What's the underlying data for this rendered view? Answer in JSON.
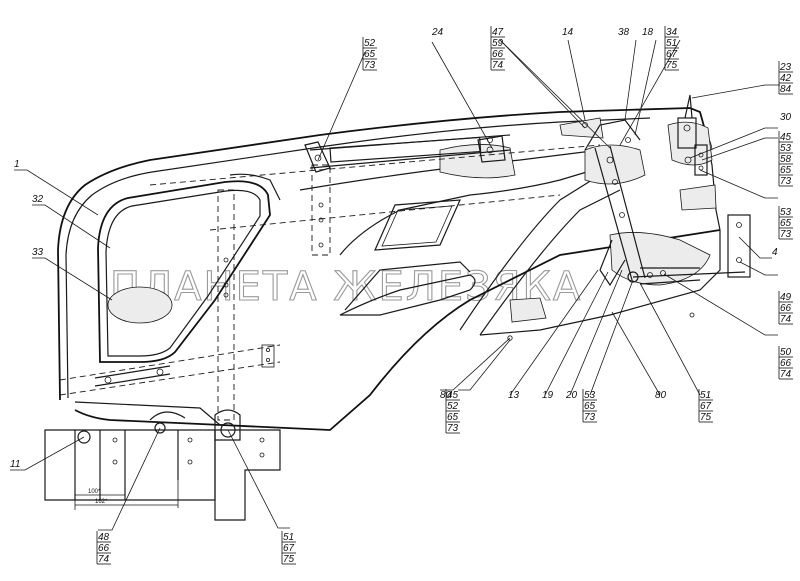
{
  "watermark": "ПЛАНЕТА ЖЕЛЕЗЯКА",
  "dimensions": {
    "d1": "100*",
    "d2": "162*"
  },
  "callouts": [
    {
      "id": "c1",
      "lines": [
        "1"
      ]
    },
    {
      "id": "c32",
      "lines": [
        "32"
      ]
    },
    {
      "id": "c33",
      "lines": [
        "33"
      ]
    },
    {
      "id": "c11",
      "lines": [
        "11"
      ]
    },
    {
      "id": "c48",
      "lines": [
        "48",
        "66",
        "74"
      ]
    },
    {
      "id": "c51a",
      "lines": [
        "51",
        "67",
        "75"
      ]
    },
    {
      "id": "c52",
      "lines": [
        "52",
        "65",
        "73"
      ]
    },
    {
      "id": "c24",
      "lines": [
        "24"
      ]
    },
    {
      "id": "c47",
      "lines": [
        "47",
        "59",
        "66",
        "74"
      ]
    },
    {
      "id": "c14",
      "lines": [
        "14"
      ]
    },
    {
      "id": "c38",
      "lines": [
        "38"
      ]
    },
    {
      "id": "c18",
      "lines": [
        "18"
      ]
    },
    {
      "id": "c34",
      "lines": [
        "34",
        "51",
        "67",
        "75"
      ]
    },
    {
      "id": "c23",
      "lines": [
        "23",
        "42",
        "84"
      ]
    },
    {
      "id": "c30",
      "lines": [
        "30"
      ]
    },
    {
      "id": "c45r",
      "lines": [
        "45",
        "53",
        "58",
        "65",
        "73"
      ]
    },
    {
      "id": "c53r",
      "lines": [
        "53",
        "65",
        "73"
      ]
    },
    {
      "id": "c4",
      "lines": [
        "4"
      ]
    },
    {
      "id": "c49",
      "lines": [
        "49",
        "66",
        "74"
      ]
    },
    {
      "id": "c50",
      "lines": [
        "50",
        "66",
        "74"
      ]
    },
    {
      "id": "c80a",
      "lines": [
        "80"
      ]
    },
    {
      "id": "c45b",
      "lines": [
        "45",
        "52",
        "65",
        "73"
      ]
    },
    {
      "id": "c13",
      "lines": [
        "13"
      ]
    },
    {
      "id": "c19",
      "lines": [
        "19"
      ]
    },
    {
      "id": "c20",
      "lines": [
        "20"
      ]
    },
    {
      "id": "c53b",
      "lines": [
        "53",
        "65",
        "73"
      ]
    },
    {
      "id": "c80b",
      "lines": [
        "80"
      ]
    },
    {
      "id": "c51b",
      "lines": [
        "51",
        "67",
        "75"
      ]
    }
  ]
}
